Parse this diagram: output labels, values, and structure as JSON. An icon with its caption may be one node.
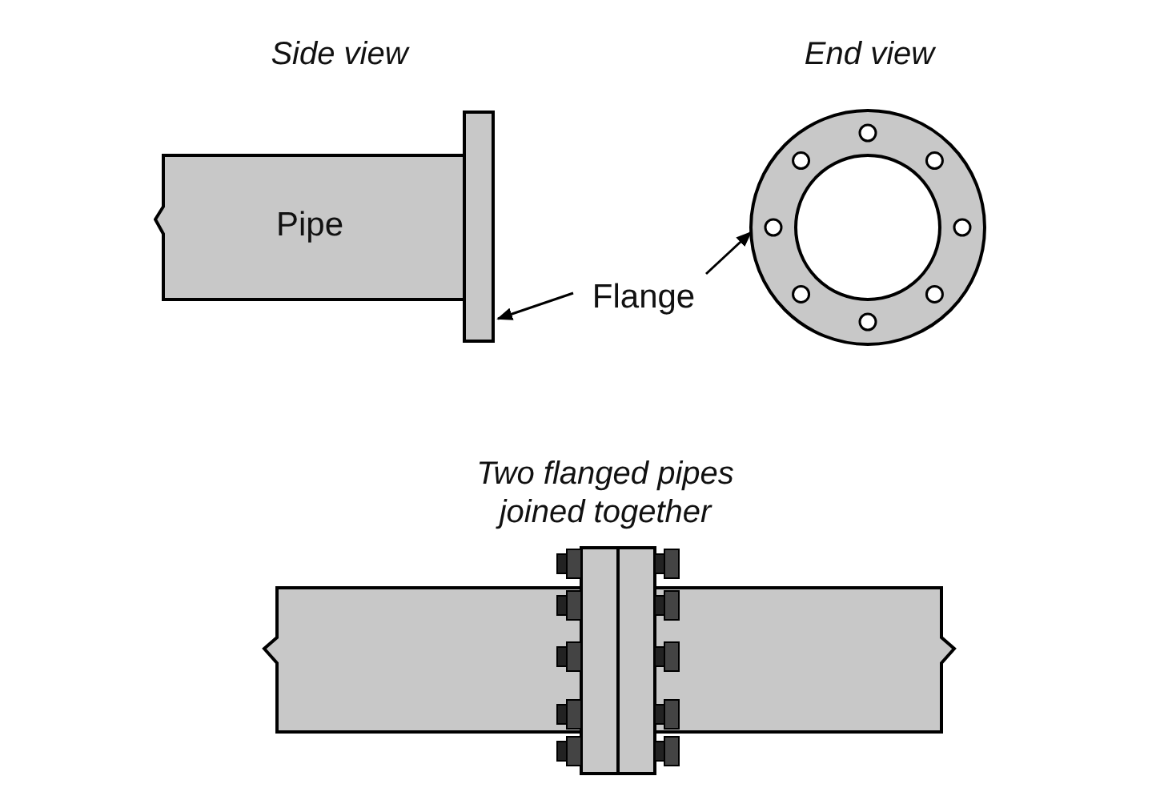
{
  "diagram": {
    "nodes": [
      {
        "text": [
          "Pipe"
        ]
      },
      {
        "text": [],
        "shape": "bar"
      },
      {
        "text": [
          "Flange"
        ]
      },
      {
        "text": [],
        "shape": "circle"
      }
    ],
    "edges": [
      {
        "from": 2,
        "to": 1,
        "arrow": "to"
      },
      {
        "from": 2,
        "to": 3,
        "arrow": "to"
      }
    ],
    "labels": [
      "Side view",
      "End view",
      "Two flanged pipes joined together"
    ]
  }
}
